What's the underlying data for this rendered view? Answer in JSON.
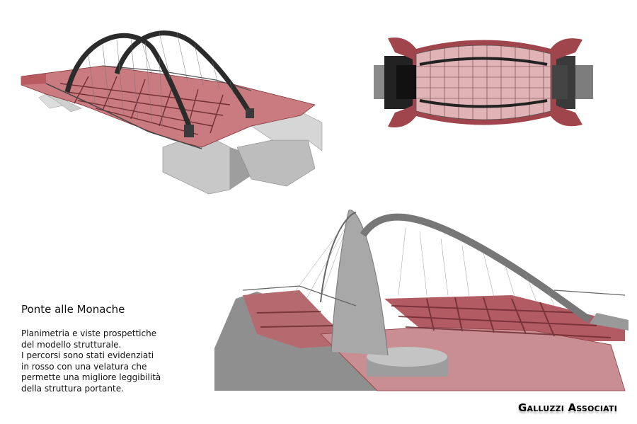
{
  "title": "Ponte alle Monache",
  "description": [
    "Planimetria e viste prospettiche",
    "del modello strutturale.",
    "I percorsi sono stati evidenziati",
    "in rosso con una velatura che",
    "permette una migliore leggibilità",
    "della struttura portante."
  ],
  "logo": "Galluzzi Associati",
  "colors": {
    "deck_red": "#b8585e",
    "deck_light": "#d99a9d",
    "concrete": "#b9b9b9",
    "arch": "#2b2b2b"
  }
}
